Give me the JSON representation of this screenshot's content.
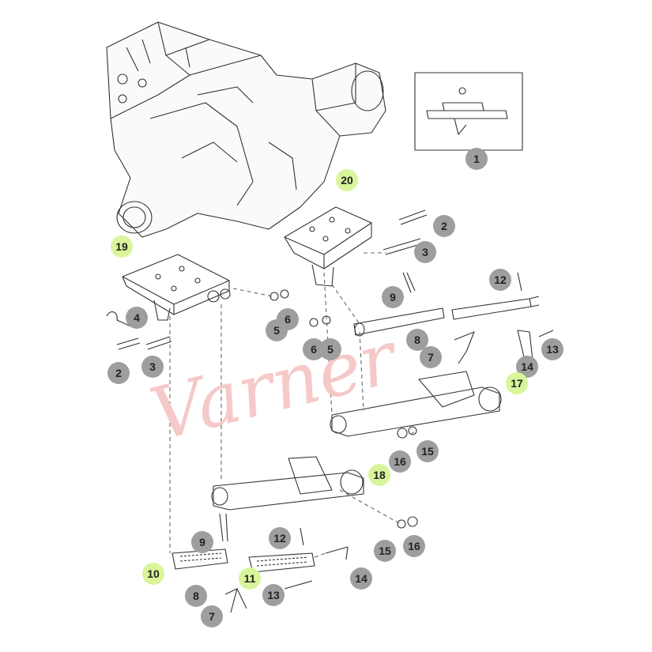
{
  "watermark": {
    "text": "Varner",
    "color": "#f6c9c9"
  },
  "callouts": [
    {
      "id": "c1",
      "label": "1",
      "style": "grey"
    },
    {
      "id": "c20",
      "label": "20",
      "style": "green"
    },
    {
      "id": "c2a",
      "label": "2",
      "style": "grey"
    },
    {
      "id": "c3a",
      "label": "3",
      "style": "grey"
    },
    {
      "id": "c12a",
      "label": "12",
      "style": "grey"
    },
    {
      "id": "c19",
      "label": "19",
      "style": "green"
    },
    {
      "id": "c9a",
      "label": "9",
      "style": "grey"
    },
    {
      "id": "c4",
      "label": "4",
      "style": "grey"
    },
    {
      "id": "c6a",
      "label": "6",
      "style": "grey"
    },
    {
      "id": "c5a",
      "label": "5",
      "style": "grey"
    },
    {
      "id": "c6b",
      "label": "6",
      "style": "grey"
    },
    {
      "id": "c5b",
      "label": "5",
      "style": "grey"
    },
    {
      "id": "c8a",
      "label": "8",
      "style": "grey"
    },
    {
      "id": "c13a",
      "label": "13",
      "style": "grey"
    },
    {
      "id": "c2b",
      "label": "2",
      "style": "grey"
    },
    {
      "id": "c3b",
      "label": "3",
      "style": "grey"
    },
    {
      "id": "c7a",
      "label": "7",
      "style": "grey"
    },
    {
      "id": "c14a",
      "label": "14",
      "style": "grey"
    },
    {
      "id": "c17",
      "label": "17",
      "style": "green"
    },
    {
      "id": "c16a",
      "label": "16",
      "style": "grey"
    },
    {
      "id": "c15a",
      "label": "15",
      "style": "grey"
    },
    {
      "id": "c18",
      "label": "18",
      "style": "green"
    },
    {
      "id": "c9b",
      "label": "9",
      "style": "grey"
    },
    {
      "id": "c12b",
      "label": "12",
      "style": "grey"
    },
    {
      "id": "c15b",
      "label": "15",
      "style": "grey"
    },
    {
      "id": "c16b",
      "label": "16",
      "style": "grey"
    },
    {
      "id": "c10",
      "label": "10",
      "style": "green"
    },
    {
      "id": "c11",
      "label": "11",
      "style": "green"
    },
    {
      "id": "c14b",
      "label": "14",
      "style": "grey"
    },
    {
      "id": "c8b",
      "label": "8",
      "style": "grey"
    },
    {
      "id": "c13b",
      "label": "13",
      "style": "grey"
    },
    {
      "id": "c7b",
      "label": "7",
      "style": "grey"
    }
  ]
}
